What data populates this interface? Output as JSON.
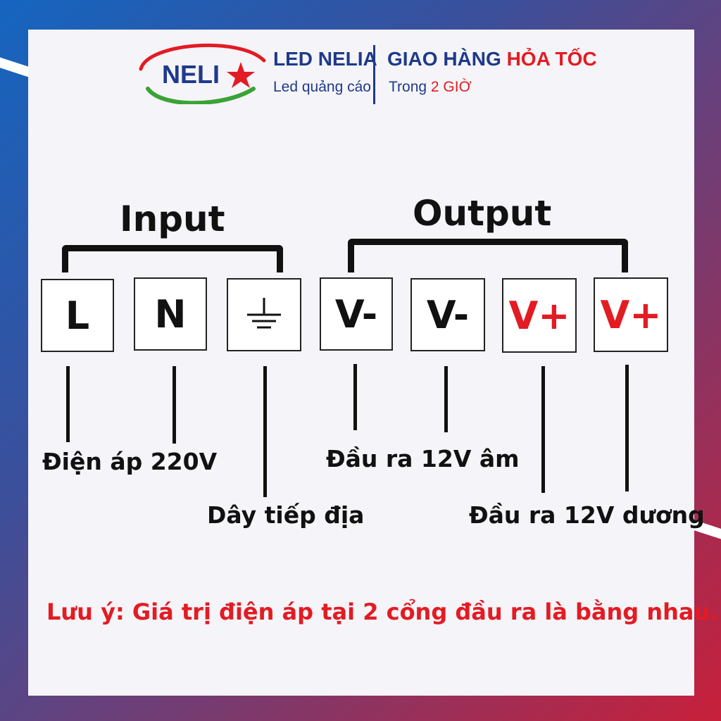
{
  "brand": {
    "logo_text": "NELI",
    "name": "LED NELIA",
    "tagline": "Led quảng cáo",
    "delivery_prefix": "GIAO HÀNG ",
    "delivery_highlight": "HỎA TỐC",
    "time_prefix": "Trong ",
    "time_highlight": "2 GIỜ"
  },
  "groups": {
    "input_label": "Input",
    "output_label": "Output"
  },
  "terminals": [
    {
      "label": "L"
    },
    {
      "label": "N"
    },
    {
      "label": "",
      "icon": "ground-icon"
    },
    {
      "label": "V-"
    },
    {
      "label": "V-"
    },
    {
      "label": "V+"
    },
    {
      "label": "V+"
    }
  ],
  "descriptions": {
    "line_neutral": "Điện áp 220V",
    "ground": "Dây tiếp địa",
    "negative": "Đầu ra 12V âm",
    "positive": "Đầu ra 12V dương"
  },
  "note": "Lưu ý: Giá trị điện áp tại 2 cổng đầu ra là bằng nhau.",
  "colors": {
    "accent_red": "#e31b23",
    "brand_blue": "#1f3a8a",
    "logo_green": "#3aa335"
  }
}
